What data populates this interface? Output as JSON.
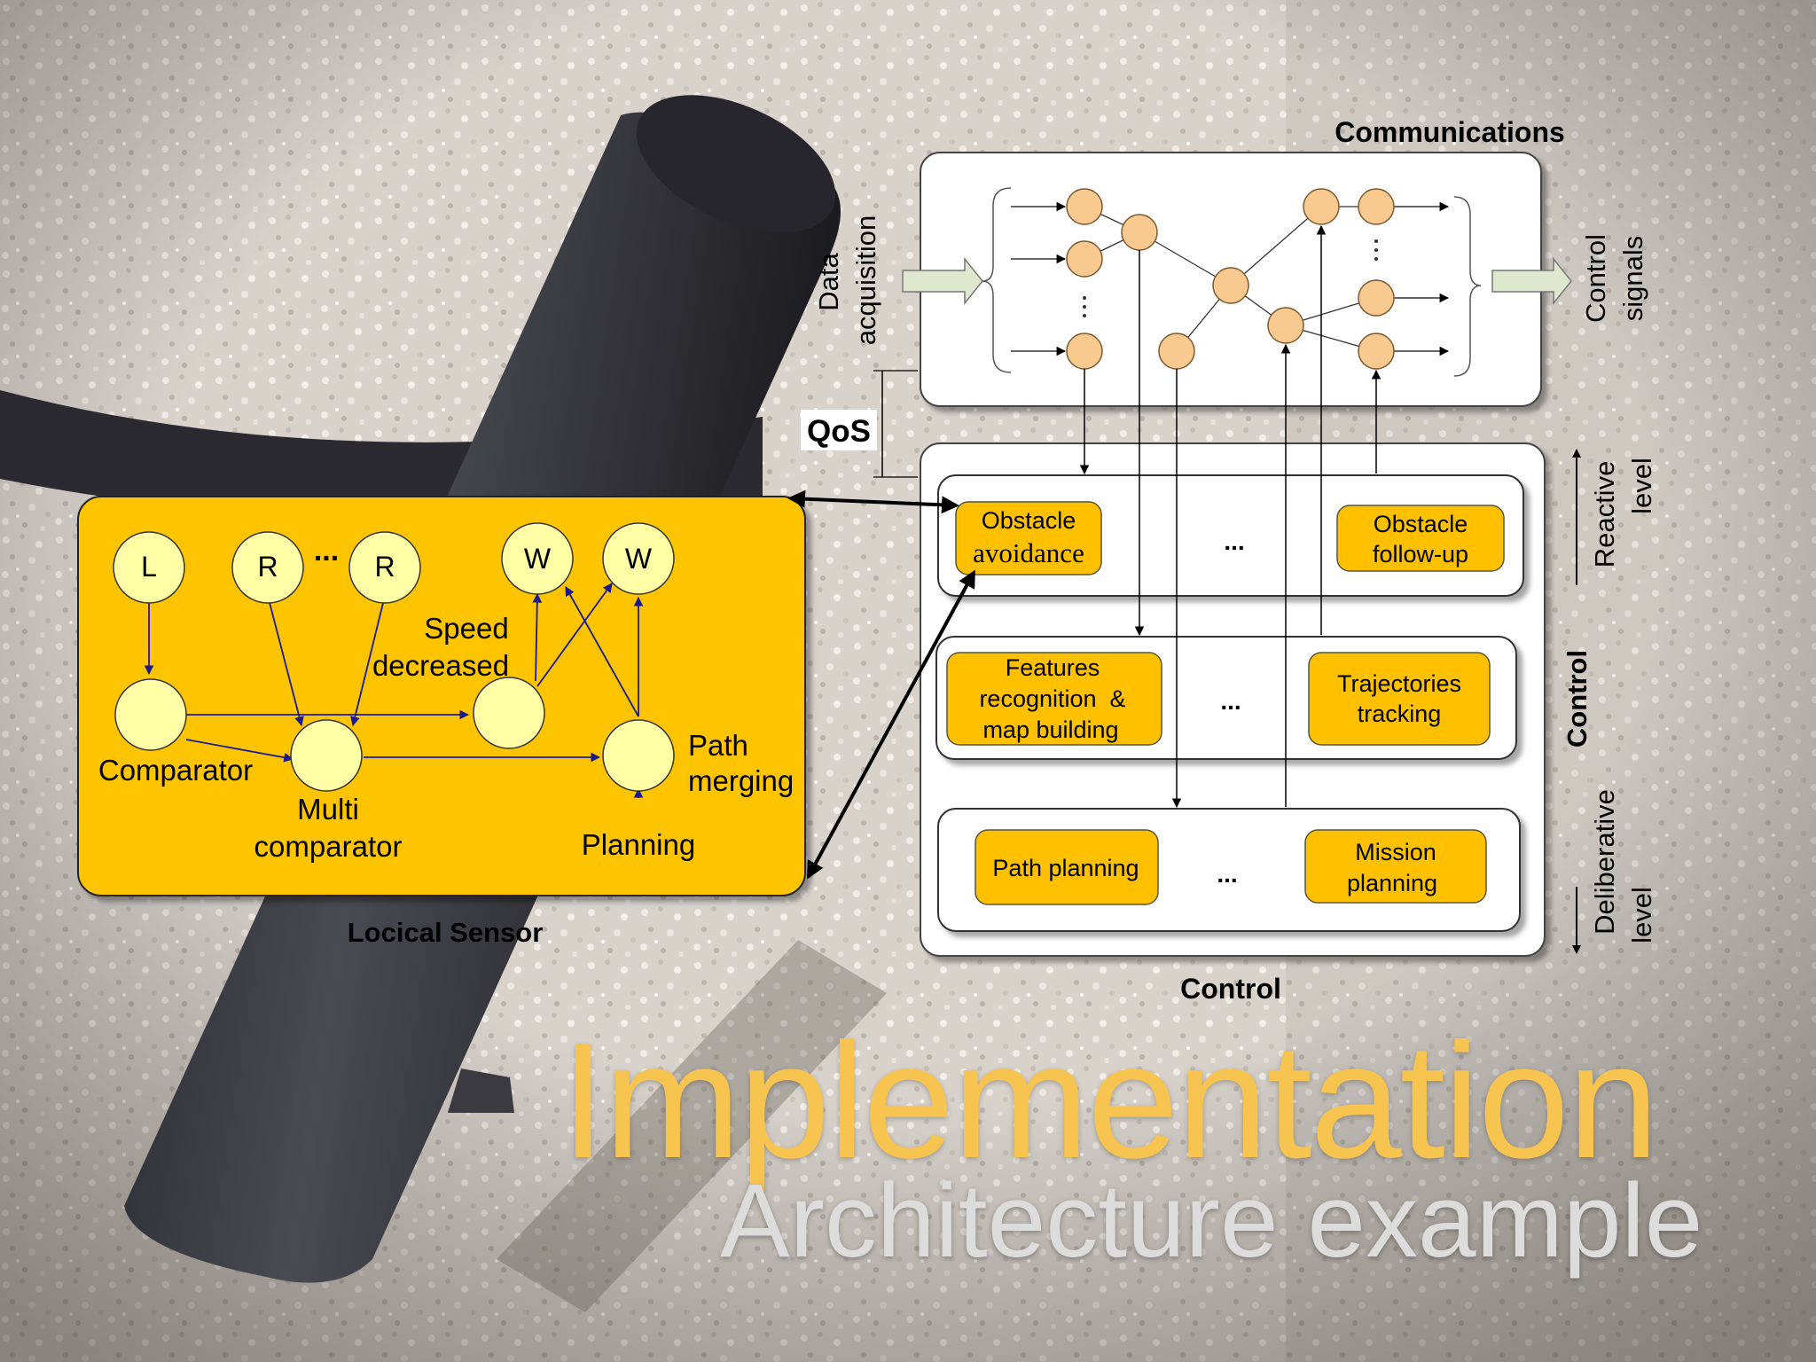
{
  "slide": {
    "title": "Implementation",
    "subtitle": "Architecture example"
  },
  "colors": {
    "title": "#f7c450",
    "subtitle": "#dcdcdc",
    "logical_sensor_bg": "#ffc400",
    "node_fill": "#ffffa6",
    "module_fill": "#ffc000",
    "net_node_fill": "#f9c98f",
    "edge": "#1a1a8c"
  },
  "communications": {
    "title": "Communications",
    "input_label": [
      "Data",
      "acquisition"
    ],
    "output_label": [
      "Control",
      "signals"
    ],
    "ellipsis": "..."
  },
  "qos": {
    "label": "QoS"
  },
  "control": {
    "title_bottom": "Control",
    "title_side": "Control",
    "reactive_label": [
      "Reactive",
      "level"
    ],
    "deliberative_label": [
      "Deliberative",
      "level"
    ],
    "reactive": {
      "left": [
        "Obstacle",
        "avoidance"
      ],
      "ellipsis": "...",
      "right": [
        "Obstacle",
        "follow-up"
      ]
    },
    "middle": {
      "left": [
        "Features",
        "recognition  &",
        "map building"
      ],
      "ellipsis": "...",
      "right": [
        "Trajectories",
        "tracking"
      ]
    },
    "deliberative": {
      "left": [
        "Path planning"
      ],
      "ellipsis": "...",
      "right": [
        "Mission",
        "planning"
      ]
    }
  },
  "logical_sensor": {
    "caption": "Locical Sensor",
    "nodes": {
      "l": "L",
      "r1": "R",
      "r_ellipsis": "...",
      "r2": "R",
      "w1": "W",
      "w2": "W"
    },
    "labels": {
      "comparator": "Comparator",
      "multi_comparator": [
        "Multi",
        "comparator"
      ],
      "speed_decreased": [
        "Speed",
        "decreased"
      ],
      "path_merging": [
        "Path",
        "merging"
      ],
      "planning": "Planning"
    }
  }
}
